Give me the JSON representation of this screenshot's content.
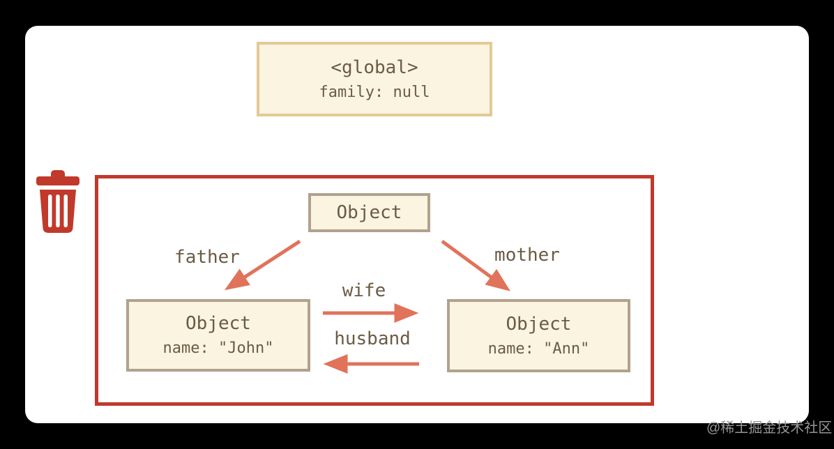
{
  "global_box": {
    "title": "<global>",
    "property": "family: null"
  },
  "garbage_group": {
    "family_object": {
      "title": "Object"
    },
    "john_object": {
      "title": "Object",
      "property": "name: \"John\""
    },
    "ann_object": {
      "title": "Object",
      "property": "name: \"Ann\""
    },
    "edges": {
      "father": "father",
      "mother": "mother",
      "wife": "wife",
      "husband": "husband"
    }
  },
  "watermark": "@稀土掘金技术社区",
  "colors": {
    "accent_red": "#c0392b",
    "arrow_orange": "#e0735a",
    "global_border": "#e4c994",
    "object_border": "#b0a28d",
    "box_background": "#fbf4e1",
    "text_brown": "#6b5b45",
    "page_background": "#000000",
    "card_background": "#ffffff"
  }
}
